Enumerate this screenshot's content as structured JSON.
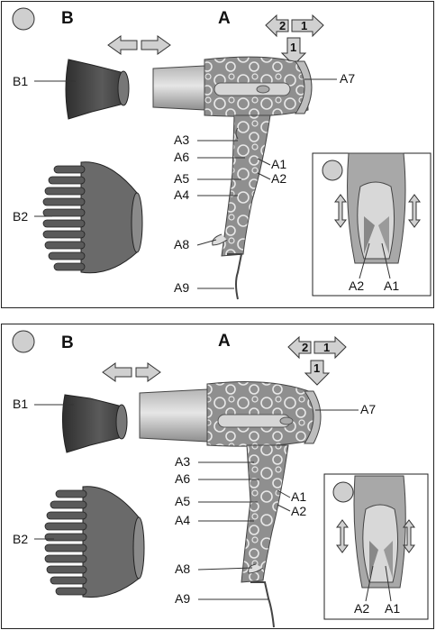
{
  "panels": [
    {
      "id": "top",
      "letter_b": "B",
      "letter_a": "A",
      "arrow_labels": {
        "step2": "2",
        "step1": "1",
        "down": "1"
      },
      "labels": {
        "b1": "B1",
        "b2": "B2",
        "a1": "A1",
        "a2": "A2",
        "a3": "A3",
        "a4": "A4",
        "a5": "A5",
        "a6": "A6",
        "a7": "A7",
        "a8": "A8",
        "a9": "A9",
        "inset_a1": "A1",
        "inset_a2": "A2"
      }
    },
    {
      "id": "bottom",
      "letter_b": "B",
      "letter_a": "A",
      "arrow_labels": {
        "step2": "2",
        "step1": "1",
        "down": "1"
      },
      "labels": {
        "b1": "B1",
        "b2": "B2",
        "a1": "A1",
        "a2": "A2",
        "a3": "A3",
        "a4": "A4",
        "a5": "A5",
        "a6": "A6",
        "a7": "A7",
        "a8": "A8",
        "a9": "A9",
        "inset_a1": "A1",
        "inset_a2": "A2"
      }
    }
  ],
  "colors": {
    "body_gray": "#9a9a9a",
    "nozzle_light": "#c8c8c8",
    "attachment_dark": "#4a4a4a",
    "arrow_fill": "#d0d0d0",
    "outline": "#222222"
  }
}
